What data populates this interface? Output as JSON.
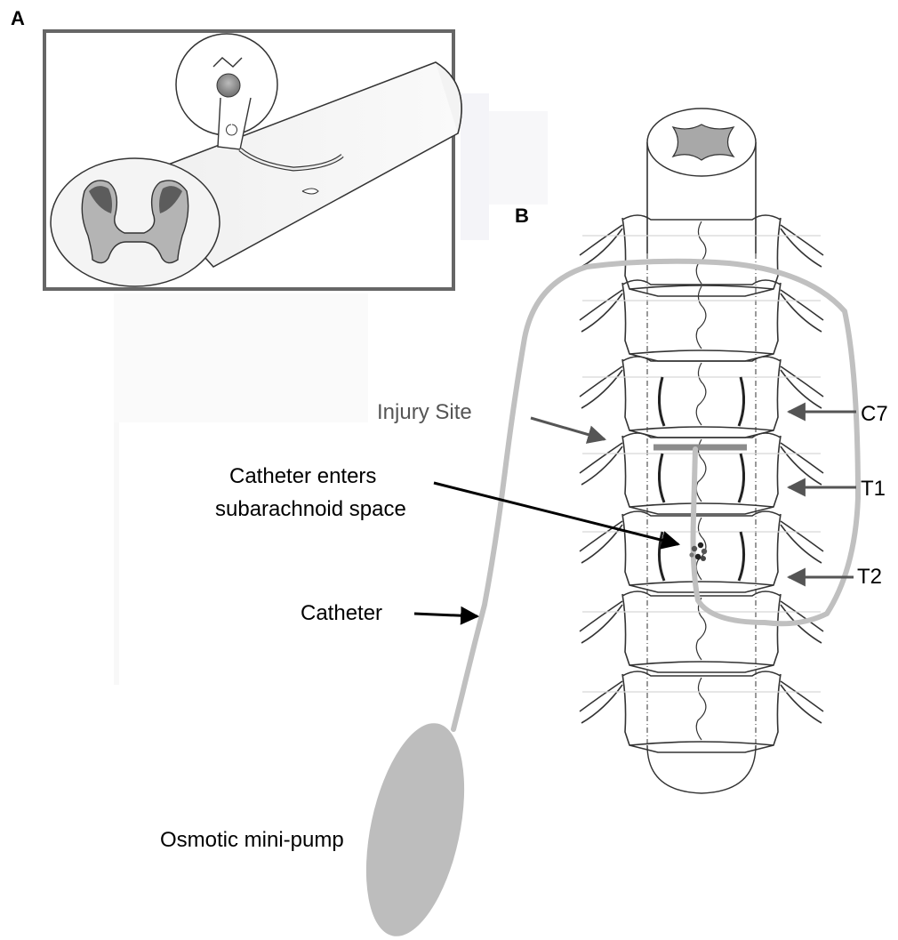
{
  "panels": {
    "a_label": "A",
    "b_label": "B"
  },
  "labels": {
    "injury_site": "Injury Site",
    "catheter_enters_line1": "Catheter enters",
    "catheter_enters_line2": "subarachnoid space",
    "catheter": "Catheter",
    "pump": "Osmotic mini-pump",
    "c7": "C7",
    "t1": "T1",
    "t2": "T2"
  },
  "colors": {
    "catheter": "#c0c0c0",
    "pump": "#bdbdbd",
    "gray_matter": "#a8a8a8",
    "injury_line": "#8c8c8c",
    "inset_border": "#666666",
    "arrow_dark": "#000000",
    "arrow_gray": "#555555"
  }
}
